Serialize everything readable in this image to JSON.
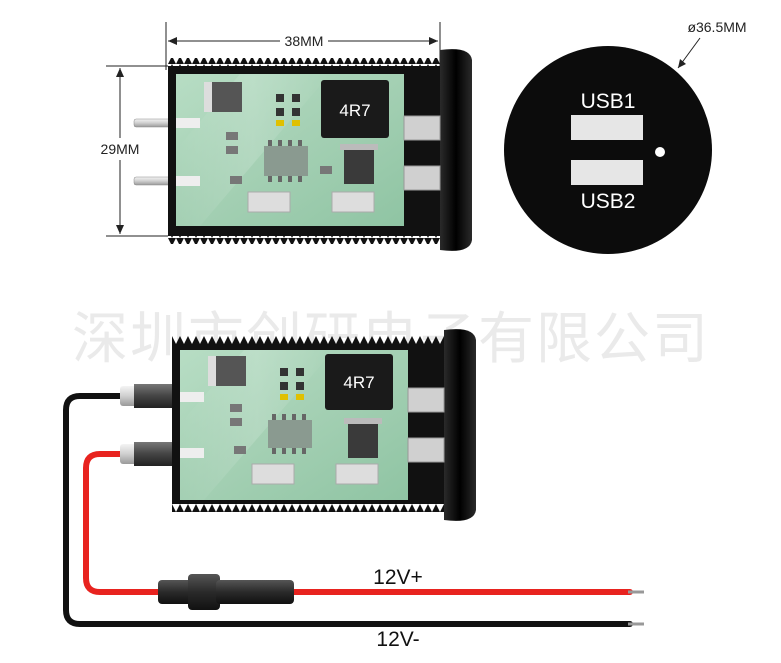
{
  "dimensions": {
    "width_label": "38MM",
    "height_label": "29MM",
    "diameter_label": "ø36.5MM"
  },
  "pcb": {
    "chip_label": "4R7"
  },
  "face": {
    "port1_label": "USB1",
    "port2_label": "USB2"
  },
  "watermark": "深圳市创研电子有限公司",
  "wires": {
    "positive_label": "12V+",
    "negative_label": "12V-",
    "positive_color": "#e8231f",
    "negative_color": "#111111"
  },
  "colors": {
    "pcb_green": "#a9d3b7",
    "housing": "#111111",
    "port": "#d8d8d8"
  }
}
